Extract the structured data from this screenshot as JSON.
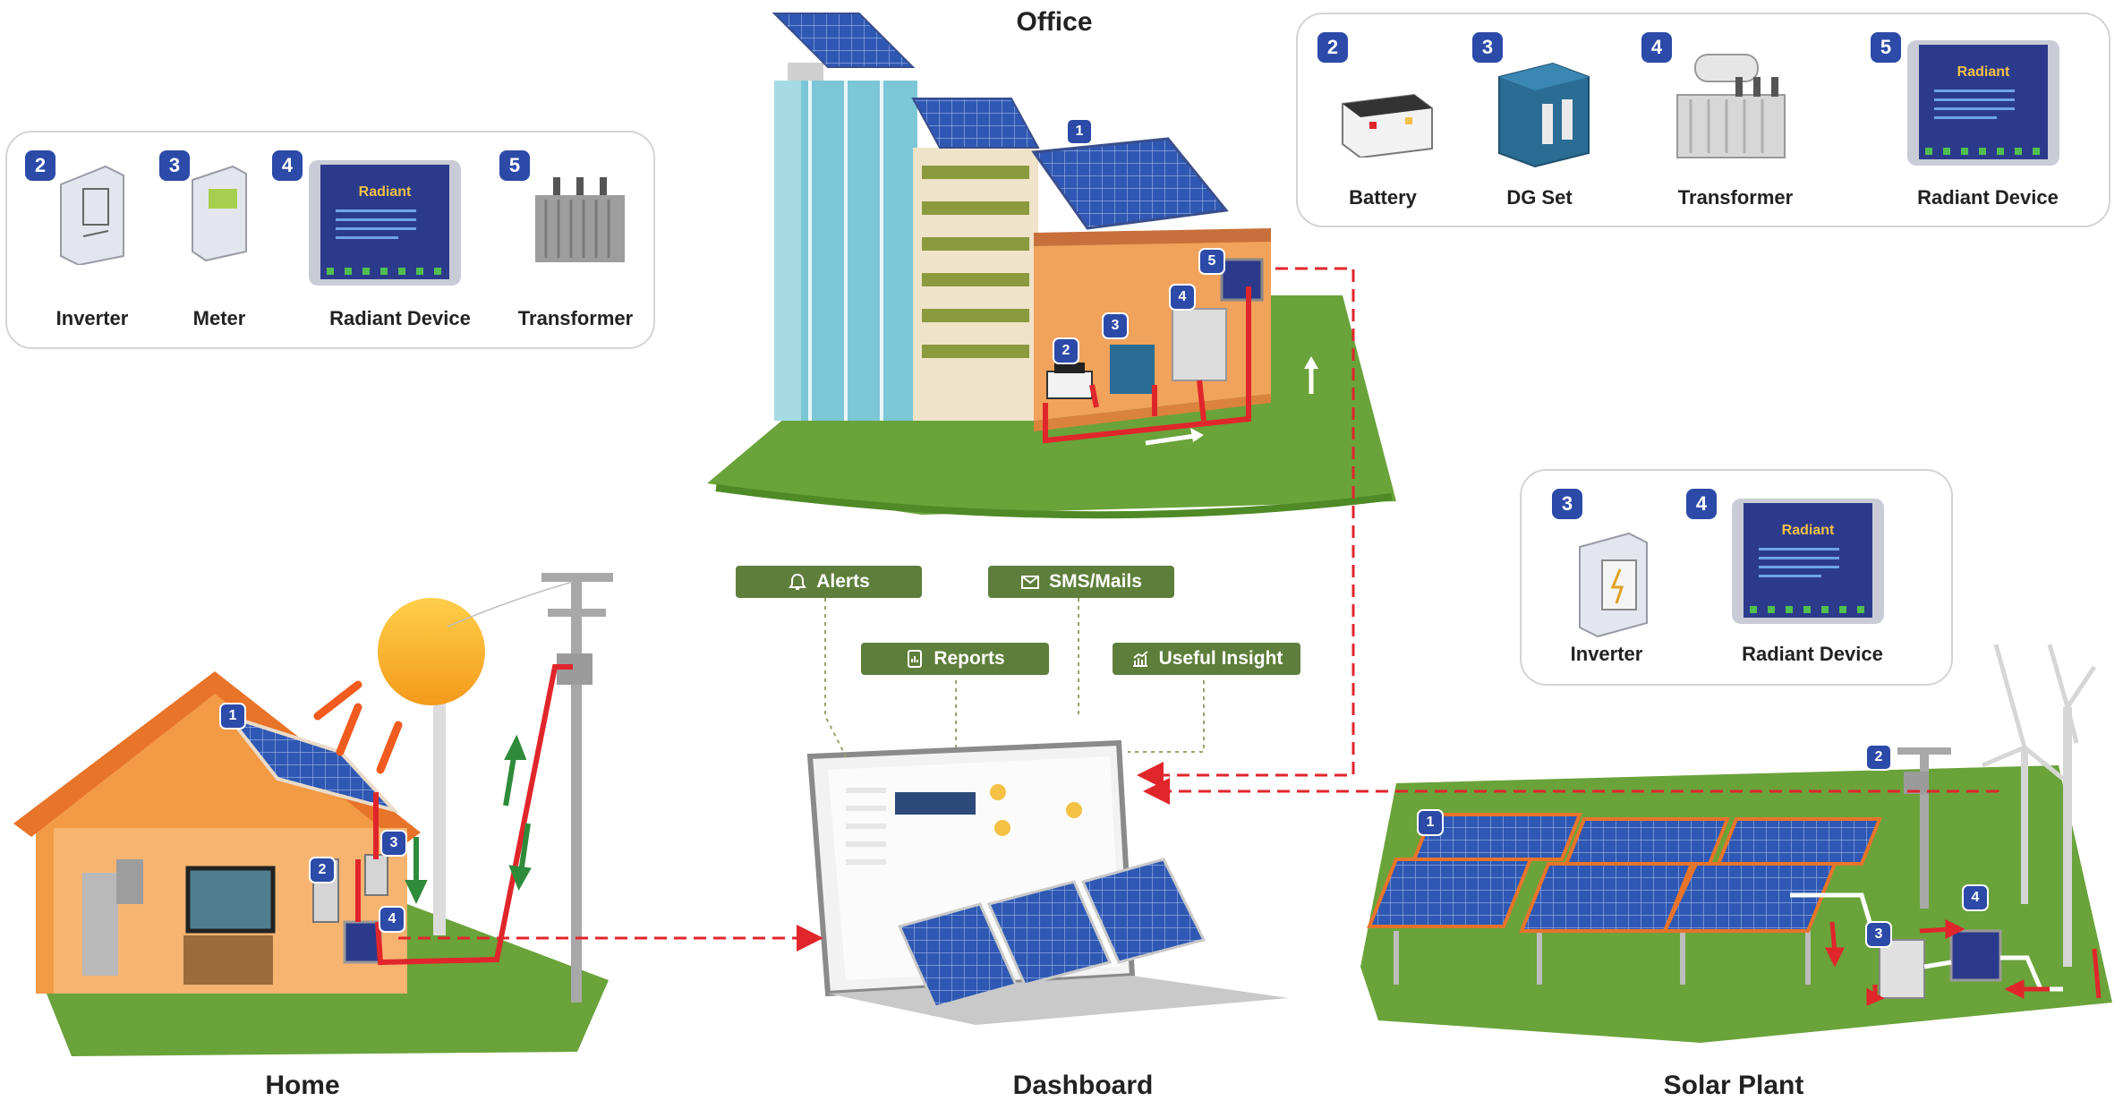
{
  "sections": {
    "office": "Office",
    "home": "Home",
    "dashboard": "Dashboard",
    "solar_plant": "Solar Plant"
  },
  "home_legend": [
    {
      "num": "2",
      "label": "Inverter",
      "icon": "inverter-icon"
    },
    {
      "num": "3",
      "label": "Meter",
      "icon": "meter-icon"
    },
    {
      "num": "4",
      "label": "Radiant Device",
      "icon": "radiant-device-icon"
    },
    {
      "num": "5",
      "label": "Transformer",
      "icon": "transformer-icon"
    }
  ],
  "office_legend": [
    {
      "num": "2",
      "label": "Battery",
      "icon": "battery-icon"
    },
    {
      "num": "3",
      "label": "DG Set",
      "icon": "dg-set-icon"
    },
    {
      "num": "4",
      "label": "Transformer",
      "icon": "transformer-icon"
    },
    {
      "num": "5",
      "label": "Radiant Device",
      "icon": "radiant-device-icon"
    }
  ],
  "plant_legend": [
    {
      "num": "3",
      "label": "Inverter",
      "icon": "inverter-icon"
    },
    {
      "num": "4",
      "label": "Radiant Device",
      "icon": "radiant-device-icon"
    }
  ],
  "tags": {
    "alerts": "Alerts",
    "sms": "SMS/Mails",
    "reports": "Reports",
    "insight": "Useful Insight"
  },
  "device_brand": "Radiant",
  "markers": {
    "office": [
      "1",
      "2",
      "3",
      "4",
      "5"
    ],
    "home": [
      "1",
      "2",
      "3",
      "4"
    ],
    "plant": [
      "1",
      "2",
      "3",
      "4"
    ]
  },
  "colors": {
    "badge": "#2c4aa8",
    "tag_green": "#5e7e3b",
    "flow_red": "#e0262b",
    "grass": "#6aa33a",
    "house_orange": "#f39a45",
    "solar_blue": "#2e58b3"
  }
}
